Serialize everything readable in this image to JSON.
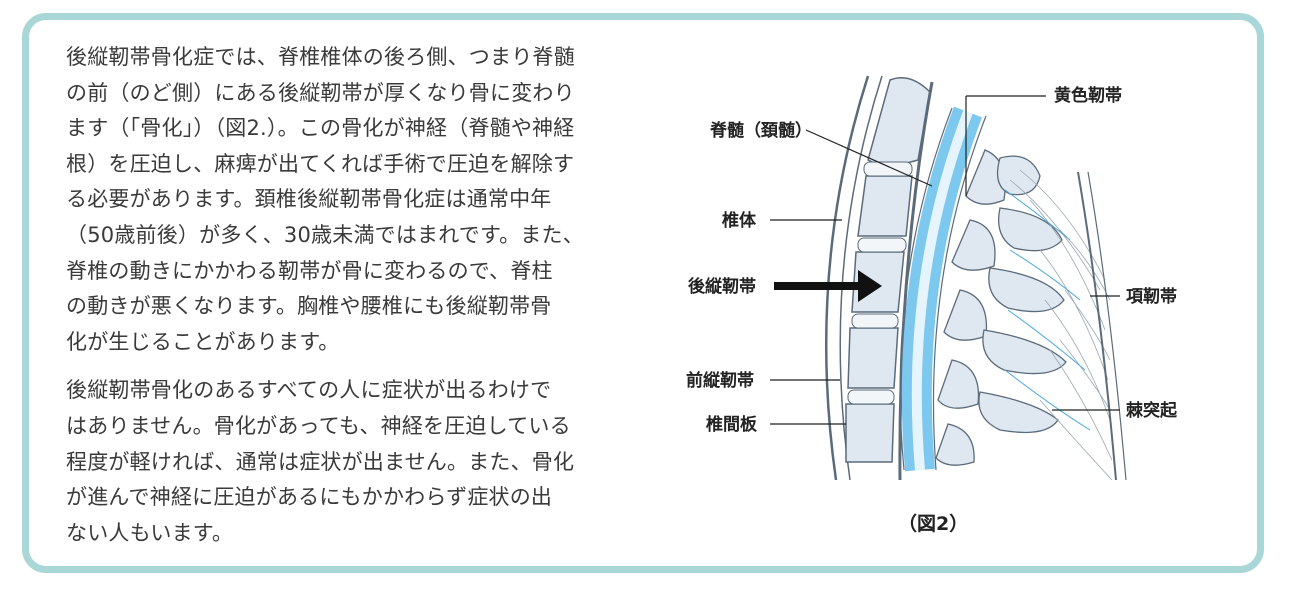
{
  "text": {
    "paragraphs": [
      {
        "lines": [
          "後縦靭帯骨化症では、脊椎椎体の後ろ側、つまり脊髄",
          "の前（のど側）にある後縦靭帯が厚くなり骨に変わり",
          "ます（「骨化」）（図2.）。この骨化が神経（脊髄や神経",
          "根）を圧迫し、麻痺が出てくれば手術で圧迫を解除す",
          "る必要があります。頚椎後縦靭帯骨化症は通常中年",
          "（50歳前後）が多く、30歳未満ではまれです。また、",
          "脊椎の動きにかかわる靭帯が骨に変わるので、脊柱",
          "の動きが悪くなります。胸椎や腰椎にも後縦靭帯骨",
          "化が生じることがあります。"
        ]
      },
      {
        "lines": [
          "後縦靭帯骨化のあるすべての人に症状が出るわけで",
          "はありません。骨化があっても、神経を圧迫している",
          "程度が軽ければ、通常は症状が出ません。また、骨化",
          "が進んで神経に圧迫があるにもかかわらず症状の出",
          "ない人もいます。"
        ]
      }
    ]
  },
  "figure": {
    "caption": "（図2）",
    "labels": {
      "spinal_cord": "脊髄（頚髄）",
      "vertebral_body": "椎体",
      "posterior_longitudinal_ligament": "後縦靭帯",
      "anterior_longitudinal_ligament": "前縦靭帯",
      "intervertebral_disc": "椎間板",
      "ligamentum_flavum": "黄色靭帯",
      "nuchal_ligament": "項靭帯",
      "spinous_process": "棘突起"
    },
    "colors": {
      "frame": "#a9d6d6",
      "spinal_cord": "#7cc8ef",
      "spinal_cord_core": "#e6f5fd",
      "bone_fill": "#dfe8f0",
      "ligament_blue": "#4aa9d8",
      "arrow": "#111111"
    }
  }
}
